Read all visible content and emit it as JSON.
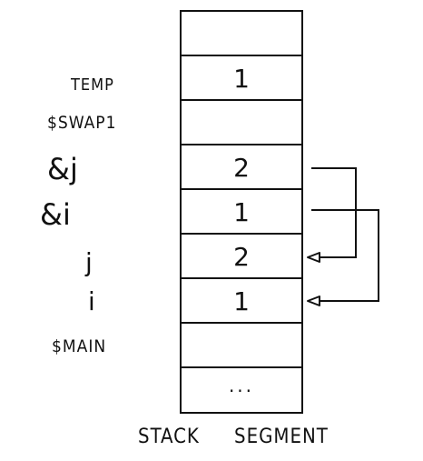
{
  "labels": {
    "temp": "TEMP",
    "swap": "$SWAP1",
    "ref_j": "&j",
    "ref_i": "&i",
    "var_j": "j",
    "var_i": "i",
    "main": "$MAIN"
  },
  "cells": [
    "",
    "1",
    "",
    "2",
    "1",
    "2",
    "1",
    "",
    "..."
  ],
  "caption": {
    "left": "STACK",
    "right": "SEGMENT"
  },
  "colors": {
    "ink": "#111111",
    "background": "#ffffff"
  }
}
